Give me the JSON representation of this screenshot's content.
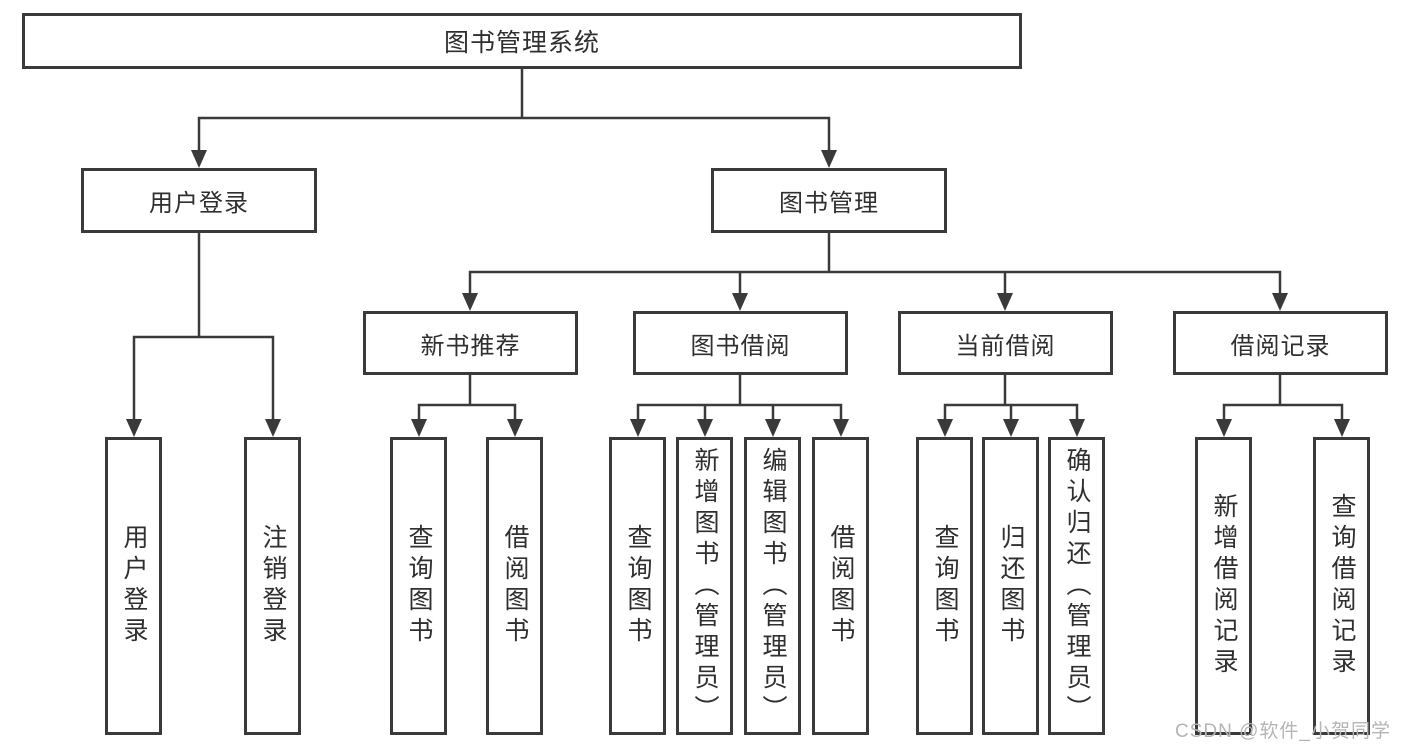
{
  "nodes": {
    "root": "图书管理系统",
    "l1": [
      "用户登录",
      "图书管理"
    ],
    "l2": [
      "新书推荐",
      "图书借阅",
      "当前借阅",
      "借阅记录"
    ],
    "leaves": [
      "用户登录",
      "注销登录",
      "查询图书",
      "借阅图书",
      "查询图书",
      "新增图书（管理员）",
      "编辑图书（管理员）",
      "借阅图书",
      "查询图书",
      "归还图书",
      "确认归还（管理员）",
      "新增借阅记录",
      "查询借阅记录"
    ]
  },
  "watermark": "CSDN @软件_小贺同学",
  "colors": {
    "line": "#3a3a3a",
    "text": "#2f2f2f",
    "background": "#ffffff",
    "watermark": "#b5b5b5"
  }
}
